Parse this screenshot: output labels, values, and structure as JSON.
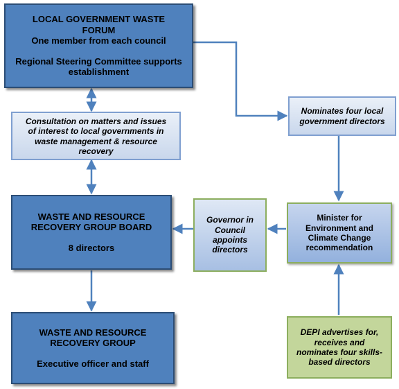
{
  "forum": {
    "line1": "LOCAL GOVERNMENT WASTE",
    "line2": "FORUM",
    "line3": "One member from each council",
    "line4": "Regional Steering Committee supports",
    "line5": "establishment"
  },
  "consultation": {
    "line1": "Consultation on matters and issues",
    "line2": "of interest to local governments in",
    "line3": "waste management & resource",
    "line4": "recovery"
  },
  "nominates": {
    "line1": "Nominates four local",
    "line2": "government directors"
  },
  "board": {
    "line1": "WASTE AND RESOURCE",
    "line2": "RECOVERY GROUP BOARD",
    "line3": "8 directors"
  },
  "governor": {
    "line1": "Governor in",
    "line2": "Council",
    "line3": "appoints",
    "line4": "directors"
  },
  "minister": {
    "line1": "Minister for",
    "line2": "Environment and",
    "line3": "Climate Change",
    "line4": "recommendation"
  },
  "group": {
    "line1": "WASTE AND RESOURCE",
    "line2": "RECOVERY GROUP",
    "line3": "Executive officer and staff"
  },
  "depi": {
    "line1": "DEPI advertises for,",
    "line2": "receives and",
    "line3": "nominates four  skills-",
    "line4": "based directors"
  },
  "colors": {
    "dark_box": "#4f81bd",
    "connector": "#4f81bd",
    "green_box": "#c3d69b",
    "green_border": "#8cae5e"
  }
}
